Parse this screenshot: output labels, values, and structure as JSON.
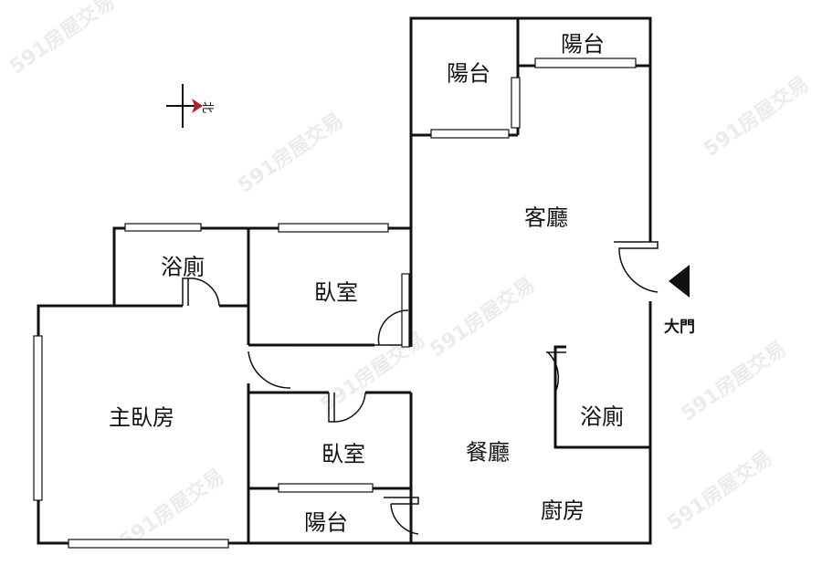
{
  "watermark": "591房屋交易",
  "compass": {
    "label": "北",
    "arrow_color": "#b0202a"
  },
  "entrance": {
    "label": "大門"
  },
  "rooms": {
    "balcony_top_left": "陽台",
    "balcony_top_right": "陽台",
    "living_room": "客廳",
    "bath_left": "浴廁",
    "bedroom_1": "臥室",
    "master_bedroom": "主臥房",
    "bedroom_2": "臥室",
    "balcony_bottom": "陽台",
    "dining_room": "餐廳",
    "bath_right": "浴廁",
    "kitchen": "廚房"
  }
}
